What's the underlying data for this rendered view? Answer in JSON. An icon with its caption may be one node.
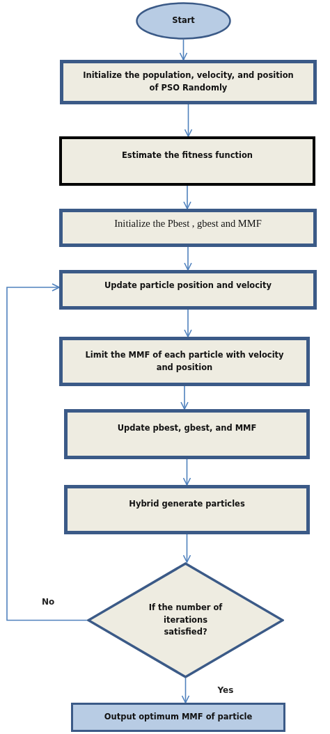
{
  "diagram": {
    "nodes": [
      {
        "text": [
          "Start"
        ]
      },
      {
        "text": [
          "Initialize the population, velocity, and position of PSO Randomly"
        ]
      },
      {
        "text": [
          "Estimate the fitness function"
        ]
      },
      {
        "text": [
          "Initialize the Pbest , gbest  and MMF"
        ]
      },
      {
        "text": [
          "Update particle position and velocity"
        ]
      },
      {
        "text": [
          "Limit the MMF of each particle with velocity and position"
        ]
      },
      {
        "text": [
          "Update pbest, gbest, and MMF"
        ]
      },
      {
        "text": [
          "Hybrid generate particles"
        ]
      },
      {
        "text": [
          "If the number of iterations satisfied?"
        ]
      },
      {
        "text": [
          "Output optimum MMF of particle"
        ]
      }
    ],
    "edges": [
      {
        "from": 0,
        "to": 1,
        "arrow": "to"
      },
      {
        "from": 1,
        "to": 2,
        "arrow": "to"
      },
      {
        "from": 2,
        "to": 3,
        "arrow": "to"
      },
      {
        "from": 3,
        "to": 4,
        "arrow": "to"
      },
      {
        "from": 4,
        "to": 5,
        "arrow": "to"
      },
      {
        "from": 5,
        "to": 6,
        "arrow": "to"
      },
      {
        "from": 6,
        "to": 7,
        "arrow": "to"
      },
      {
        "from": 7,
        "to": 8,
        "arrow": "to"
      },
      {
        "from": 8,
        "to": 4,
        "arrow": "to",
        "label": "No"
      },
      {
        "from": 8,
        "to": 9,
        "arrow": "to",
        "label": "Yes"
      }
    ]
  }
}
